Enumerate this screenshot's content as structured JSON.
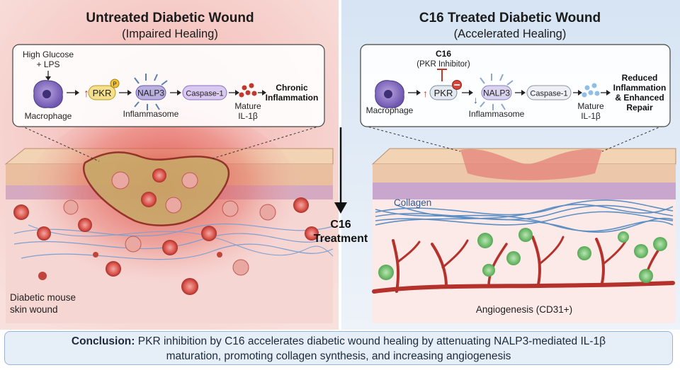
{
  "left": {
    "title": "Untreated Diabetic Wound",
    "subtitle": "(Impaired Healing)",
    "stimulus_line1": "High Glucose",
    "stimulus_line2": "+ LPS",
    "macrophage": "Macrophage",
    "pkr": "PKR",
    "phospho": "P",
    "nalp3": "NALP3",
    "inflammasome": "Inflammasome",
    "caspase": "Caspase-1",
    "mature_line1": "Mature",
    "mature_line2": "IL-1β",
    "outcome_line1": "Chronic",
    "outcome_line2": "Inflammation",
    "wound_line1": "Diabetic mouse",
    "wound_line2": "skin wound"
  },
  "right": {
    "title": "C16 Treated Diabetic Wound",
    "subtitle": "(Accelerated Healing)",
    "drug": "C16",
    "drug_role": "(PKR Inhibitor)",
    "macrophage": "Macrophage",
    "pkr": "PKR",
    "nalp3": "NALP3",
    "inflammasome": "Inflammasome",
    "caspase": "Caspase-1",
    "mature_line1": "Mature",
    "mature_line2": "IL-1β",
    "outcome_line1": "Reduced",
    "outcome_line2": "Inflammation",
    "outcome_line3": "& Enhanced",
    "outcome_line4": "Repair",
    "collagen": "Collagen",
    "angiogenesis": "Angiogenesis (CD31+)"
  },
  "center": {
    "line1": "C16",
    "line2": "Treatment"
  },
  "conclusion": {
    "label": "Conclusion:",
    "text_line1": "PKR inhibition by C16 accelerates diabetic wound healing by attenuating NALP3-mediated IL-1β",
    "text_line2": "maturation, promoting collagen synthesis, and increasing angiogenesis"
  },
  "colors": {
    "left_bg": "#f6d3d2",
    "right_bg": "#dce8f4",
    "skin_top": "#f0cfae",
    "dermis_purple": "#c7a3c4",
    "wound_red": "#d9473f",
    "vessel": "#b5322c",
    "collagen": "#5e8fc4",
    "green_cell": "#6cc36a"
  }
}
